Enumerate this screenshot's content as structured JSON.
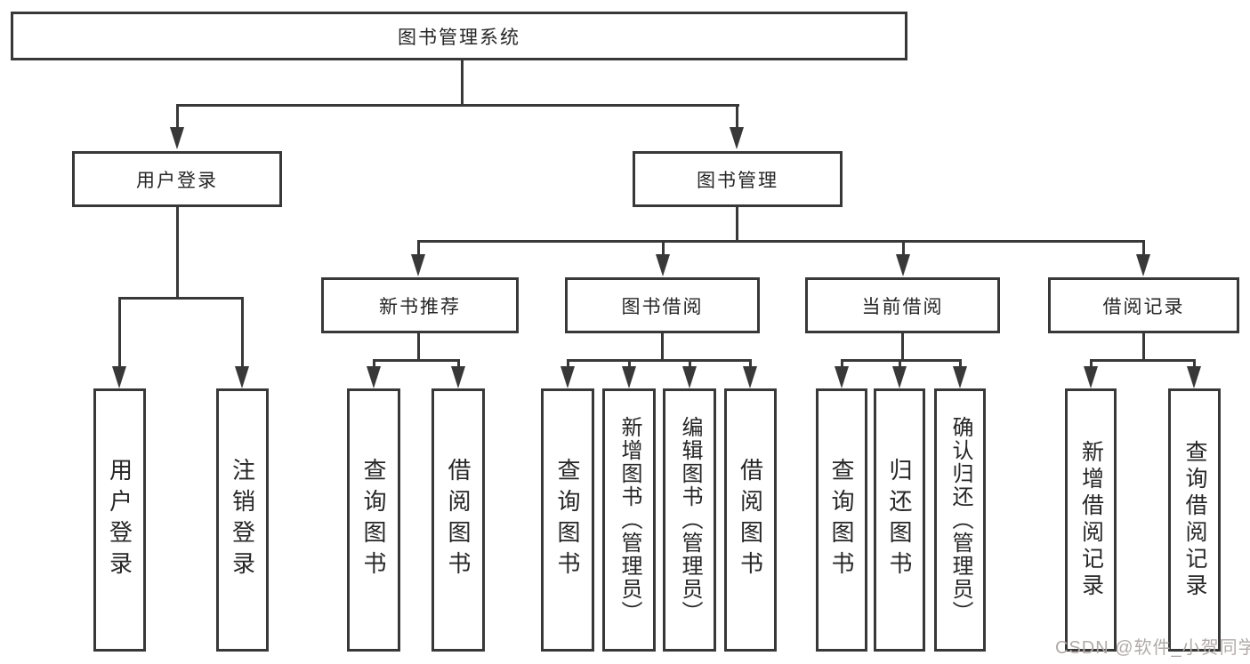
{
  "diagram": {
    "root": {
      "label": "图书管理系统"
    },
    "branches": [
      {
        "label": "用户登录",
        "children": [
          {
            "label": "用户登录"
          },
          {
            "label": "注销登录"
          }
        ]
      },
      {
        "label": "图书管理",
        "sections": [
          {
            "label": "新书推荐",
            "children": [
              {
                "label": "查询图书"
              },
              {
                "label": "借阅图书"
              }
            ]
          },
          {
            "label": "图书借阅",
            "children": [
              {
                "label": "查询图书"
              },
              {
                "label": "新增图书（管理员）"
              },
              {
                "label": "编辑图书（管理员）"
              },
              {
                "label": "借阅图书"
              }
            ]
          },
          {
            "label": "当前借阅",
            "children": [
              {
                "label": "查询图书"
              },
              {
                "label": "归还图书"
              },
              {
                "label": "确认归还（管理员）"
              }
            ]
          },
          {
            "label": "借阅记录",
            "children": [
              {
                "label": "新增借阅记录"
              },
              {
                "label": "查询借阅记录"
              }
            ]
          }
        ]
      }
    ]
  },
  "watermark": {
    "text": "CSDN @软件_小贺同学"
  },
  "colors": {
    "line": "#383838",
    "text": "#262626",
    "background": "#ffffff",
    "watermark": "#b2aaa9"
  }
}
